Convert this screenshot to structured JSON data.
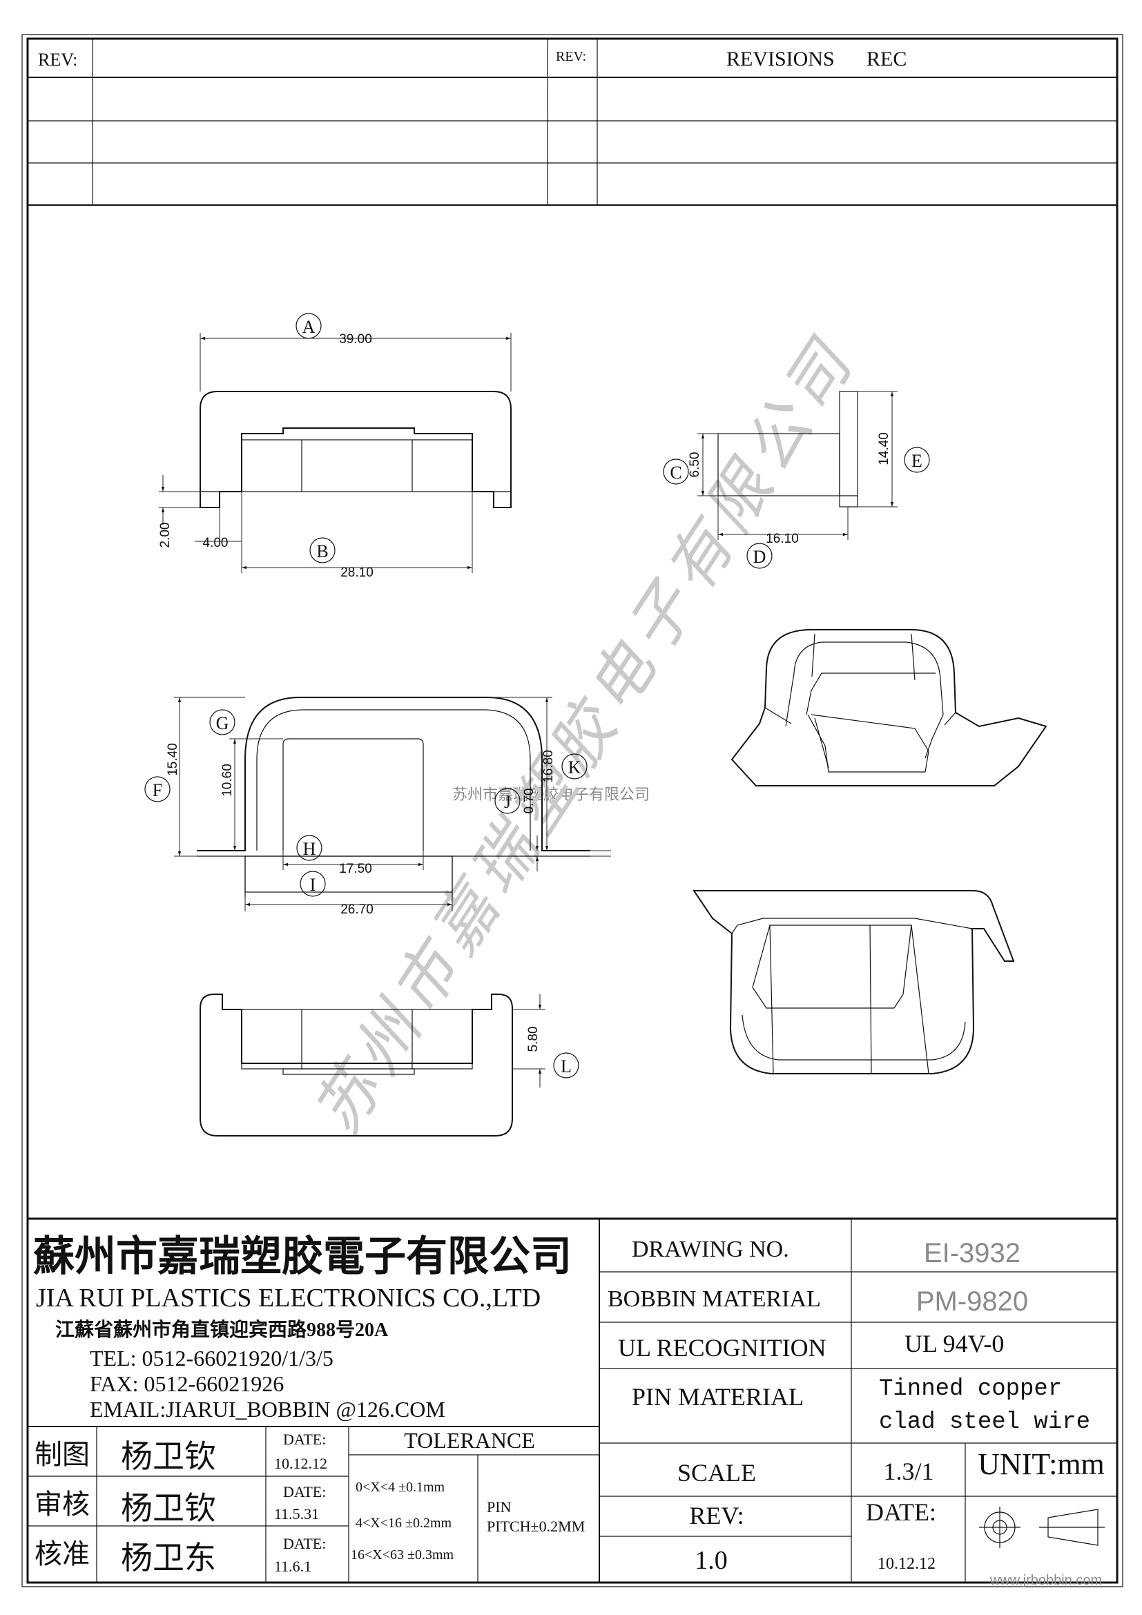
{
  "header": {
    "rev_label_left": "REV:",
    "rev_label_right": "REV:",
    "revisions_title": "REVISIONS",
    "rec_title": "REC"
  },
  "dimensions": {
    "A": {
      "letter": "A",
      "value": "39.00"
    },
    "B": {
      "letter": "B",
      "value": "28.10"
    },
    "small_width": "4.00",
    "small_height": "2.00",
    "C": {
      "letter": "C",
      "value": "6.50"
    },
    "D": {
      "letter": "D",
      "value": "16.10"
    },
    "E": {
      "letter": "E",
      "value": "14.40"
    },
    "F": {
      "letter": "F",
      "value": "15.40"
    },
    "G": {
      "letter": "G",
      "value": "10.60"
    },
    "H": {
      "letter": "H",
      "value": "17.50"
    },
    "I": {
      "letter": "I",
      "value": "26.70"
    },
    "J": {
      "letter": "J",
      "value": "0.70"
    },
    "K": {
      "letter": "K",
      "value": "16.80"
    },
    "L": {
      "letter": "L",
      "value": "5.80"
    }
  },
  "watermark": {
    "small_text": "苏州市嘉瑞塑胶电子有限公司",
    "large_text": "苏州市嘉瑞塑胶电子有限公司",
    "corner_url": "www.jrbobbin.com"
  },
  "title_block": {
    "company_cn": "蘇州市嘉瑞塑胶電子有限公司",
    "company_en": "JIA RUI PLASTICS ELECTRONICS CO.,LTD",
    "address": "江蘇省蘇州市角直镇迎宾西路988号20A",
    "tel": "TEL: 0512-66021920/1/3/5",
    "fax": "FAX: 0512-66021926",
    "email": "EMAIL:JIARUI_BOBBIN @126.COM",
    "drawing_no_label": "DRAWING  NO.",
    "drawing_no": "EI-3932",
    "bobbin_material_label": "BOBBIN  MATERIAL",
    "bobbin_material": "PM-9820",
    "ul_label": "UL RECOGNITION",
    "ul_value": "UL 94V-0",
    "pin_material_label": "PIN MATERIAL",
    "pin_material_line1": "Tinned copper",
    "pin_material_line2": "clad steel wire",
    "scale_label": "SCALE",
    "scale_value": "1.3/1",
    "unit": "UNIT:mm",
    "rev_label": "REV:",
    "rev_value": "1.0",
    "date_label": "DATE:",
    "date_value": "10.12.12",
    "tolerance_title": "TOLERANCE",
    "tol_1": "0<X<4  ±0.1mm",
    "tol_2": "4<X<16 ±0.2mm",
    "tol_3": "16<X<63 ±0.3mm",
    "pin_label": "PIN",
    "pin_pitch": "PITCH±0.2MM",
    "roles": [
      {
        "role": "制图",
        "name": "杨卫钦",
        "date_label": "DATE:",
        "date": "10.12.12"
      },
      {
        "role": "审核",
        "name": "杨卫钦",
        "date_label": "DATE:",
        "date": "11.5.31"
      },
      {
        "role": "核准",
        "name": "杨卫东",
        "date_label": "DATE:",
        "date": "11.6.1"
      }
    ]
  }
}
